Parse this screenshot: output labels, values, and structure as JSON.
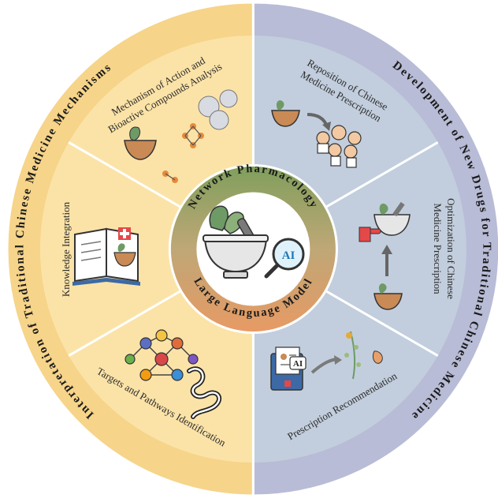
{
  "center": {
    "top_arc": "Network Pharmacology",
    "bottom_arc": "Large Language Model",
    "ai_badge": "AI"
  },
  "outer_ring": {
    "left_arc": "Interpretation of Traditional Chinese Medicine Mechanisms",
    "right_arc": "Development of New Drugs for Traditional Chinese Medicine"
  },
  "segments": {
    "top_left": [
      "Mechanism of Action and",
      "Bioactive Compounds  Analysis"
    ],
    "mid_left": "Knowledge Integration",
    "bottom_left": "Targets and Pathways Identification",
    "top_right": [
      "Reposition of Chinese",
      "Medicine Prescription"
    ],
    "mid_right": [
      "Optimization of Chinese",
      "Medicine Prescription"
    ],
    "bottom_right": "Prescription Recommendation",
    "ai_tag": "AI"
  },
  "colors": {
    "left_outer": "#f7d98a",
    "left_inner": "#fbe5ad",
    "right_outer": "#b9bdd6",
    "right_inner": "#c3cfdd",
    "hub_top": "#8ea86a",
    "hub_bottom": "#e8a06a"
  }
}
